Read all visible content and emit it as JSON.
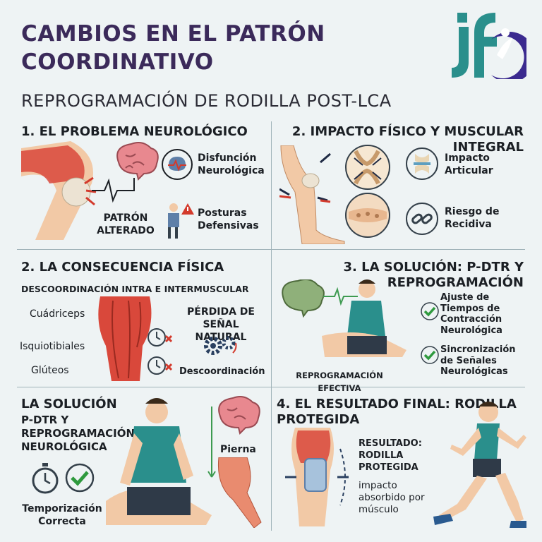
{
  "header": {
    "title": "CAMBIOS EN EL PATRÓN COORDINATIVO",
    "subtitle": "REPROGRAMACIÓN DE RODILLA POST-LCA",
    "logo_text": "jf"
  },
  "panel1": {
    "title": "1. EL PROBLEMA NEUROLÓGICO",
    "dysfunction": "Disfunción Neurológica",
    "pattern": "PATRÓN ALTERADO",
    "postures": "Posturas Defensivas"
  },
  "panel2": {
    "title": "2. IMPACTO FÍSICO Y MUSCULAR INTEGRAL",
    "impact": "Impacto Articular",
    "risk": "Riesgo de Recidiva"
  },
  "panel3": {
    "title": "2. LA CONSECUENCIA FÍSICA",
    "subtitle": "DESCOORDINACIÓN INTRA E INTERMUSCULAR",
    "quadriceps": "Cuádriceps",
    "hamstrings": "Isquiotibiales",
    "glutes": "Glúteos",
    "signal_loss": "PÉRDIDA DE SEÑAL NATURAL",
    "discoordination": "Descoordinación"
  },
  "panel4": {
    "title": "3. LA SOLUCIÓN: P-DTR Y REPROGRAMACIÓN",
    "check1": "Ajuste de Tiempos de Contracción Neurológica",
    "check2": "Sincronización de Señales Neurológicas",
    "caption": "REPROGRAMACIÓN EFECTIVA"
  },
  "panel5": {
    "title": "LA SOLUCIÓN",
    "subtitle": "P-DTR Y REPROGRAMACIÓN NEUROLÓGICA",
    "leg": "Pierna",
    "timing": "Temporización Correcta"
  },
  "panel6": {
    "title": "4. EL RESULTADO FINAL: RODILLA PROTEGIDA",
    "result": "RESULTADO: RODILLA PROTEGIDA",
    "absorbed": "impacto absorbido por músculo"
  },
  "colors": {
    "title": "#3b2a5a",
    "accent_teal": "#2a8f8c",
    "check_green": "#2f9a3e",
    "alert_red": "#d33a2c",
    "muscle": "#d9483b",
    "skin": "#f2c9a6",
    "brain": "#e8888f"
  }
}
